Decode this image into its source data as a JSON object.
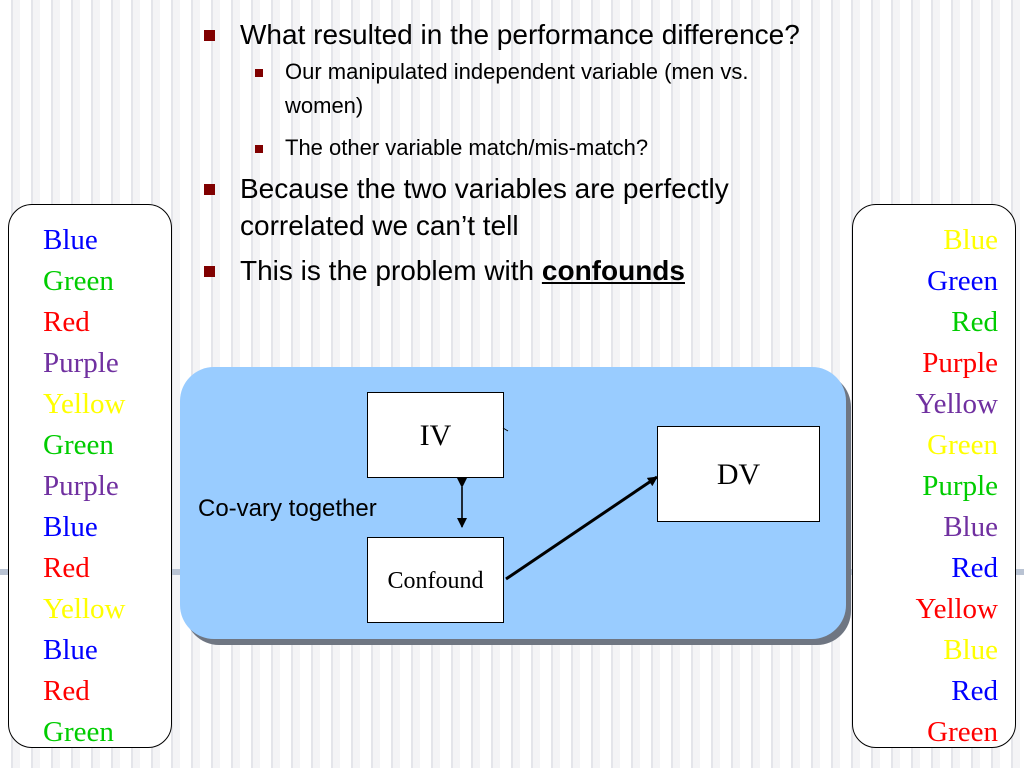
{
  "bullets": {
    "b1": "What resulted in the performance difference?",
    "b1a": "Our manipulated independent variable (men vs. women)",
    "b1b": "The other variable match/mis-match?",
    "b2": "Because the two variables are perfectly correlated we can’t tell",
    "b3_prefix": "This is the problem with ",
    "b3_emph": "confounds"
  },
  "left_list": [
    {
      "text": "Blue",
      "color": "#0000ff"
    },
    {
      "text": "Green",
      "color": "#00cc00"
    },
    {
      "text": "Red",
      "color": "#ff0000"
    },
    {
      "text": "Purple",
      "color": "#7030a0"
    },
    {
      "text": "Yellow",
      "color": "#ffff00"
    },
    {
      "text": "Green",
      "color": "#00cc00"
    },
    {
      "text": "Purple",
      "color": "#7030a0"
    },
    {
      "text": "Blue",
      "color": "#0000ff"
    },
    {
      "text": "Red",
      "color": "#ff0000"
    },
    {
      "text": "Yellow",
      "color": "#ffff00"
    },
    {
      "text": "Blue",
      "color": "#0000ff"
    },
    {
      "text": "Red",
      "color": "#ff0000"
    },
    {
      "text": "Green",
      "color": "#00cc00"
    }
  ],
  "right_list": [
    {
      "text": "Blue",
      "color": "#ffff00"
    },
    {
      "text": "Green",
      "color": "#0000ff"
    },
    {
      "text": "Red",
      "color": "#00cc00"
    },
    {
      "text": "Purple",
      "color": "#ff0000"
    },
    {
      "text": "Yellow",
      "color": "#7030a0"
    },
    {
      "text": "Green",
      "color": "#ffff00"
    },
    {
      "text": "Purple",
      "color": "#00cc00"
    },
    {
      "text": "Blue",
      "color": "#7030a0"
    },
    {
      "text": "Red",
      "color": "#0000ff"
    },
    {
      "text": "Yellow",
      "color": "#ff0000"
    },
    {
      "text": "Blue",
      "color": "#ffff00"
    },
    {
      "text": "Red",
      "color": "#0000ff"
    },
    {
      "text": "Green",
      "color": "#ff0000"
    }
  ],
  "diagram": {
    "iv": "IV",
    "dv": "DV",
    "confound": "Confound",
    "covary": "Co-vary together"
  }
}
